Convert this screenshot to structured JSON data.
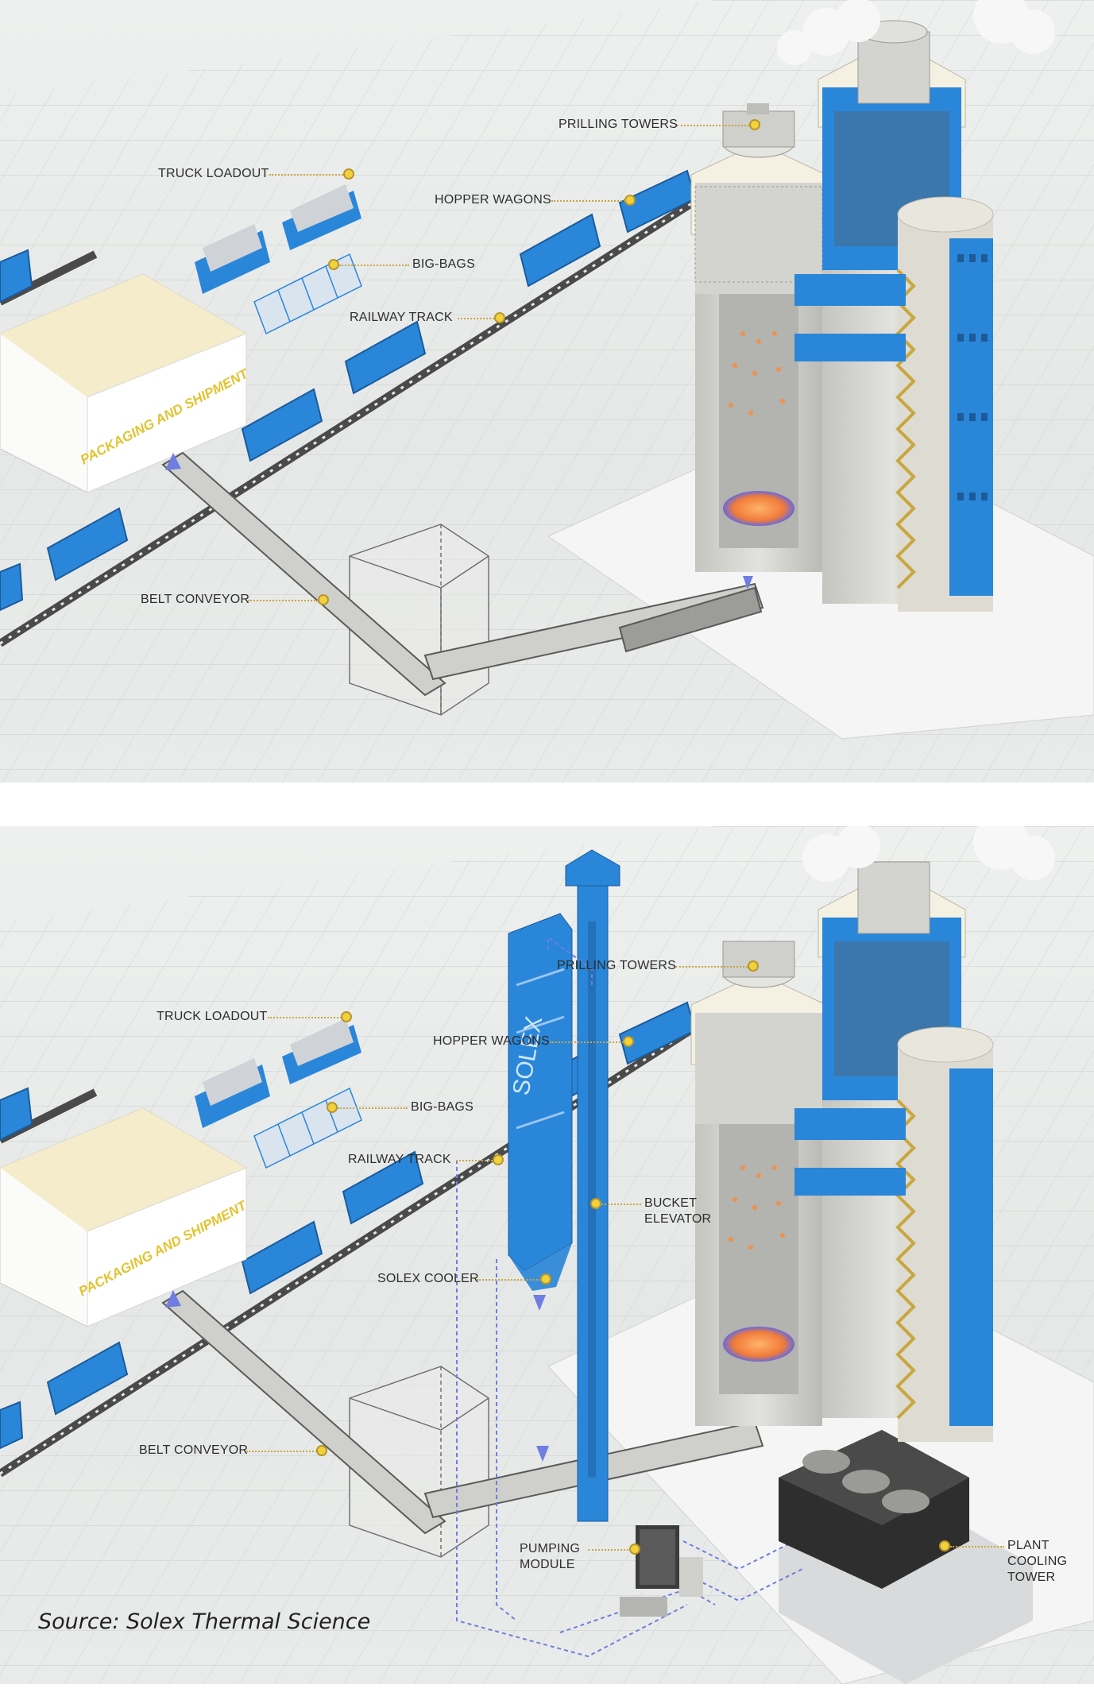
{
  "top_diagram": {
    "building_label": "PACKAGING AND SHIPMENT",
    "callouts": {
      "prilling_towers": "PRILLING TOWERS",
      "truck_loadout": "TRUCK LOADOUT",
      "hopper_wagons": "HOPPER WAGONS",
      "big_bags": "BIG-BAGS",
      "railway_track": "RAILWAY TRACK",
      "belt_conveyor": "BELT CONVEYOR"
    }
  },
  "bottom_diagram": {
    "building_label": "PACKAGING AND SHIPMENT",
    "cooler_brand": "SOLEX",
    "callouts": {
      "prilling_towers": "PRILLING TOWERS",
      "truck_loadout": "TRUCK LOADOUT",
      "hopper_wagons": "HOPPER WAGONS",
      "big_bags": "BIG-BAGS",
      "railway_track": "RAILWAY TRACK",
      "bucket_elevator": [
        "BUCKET",
        "ELEVATOR"
      ],
      "solex_cooler": "SOLEX COOLER",
      "belt_conveyor": "BELT CONVEYOR",
      "pumping_module": [
        "PUMPING",
        "MODULE"
      ],
      "plant_cooling_tower": [
        "PLANT",
        "COOLING",
        "TOWER"
      ]
    }
  },
  "source": "Source: Solex Thermal Science",
  "colors": {
    "accent_blue": "#2a86d8",
    "tower_grey": "#d6d6d2",
    "callout_gold": "#f2d23c",
    "flow_arrow": "#6f7ee0"
  }
}
